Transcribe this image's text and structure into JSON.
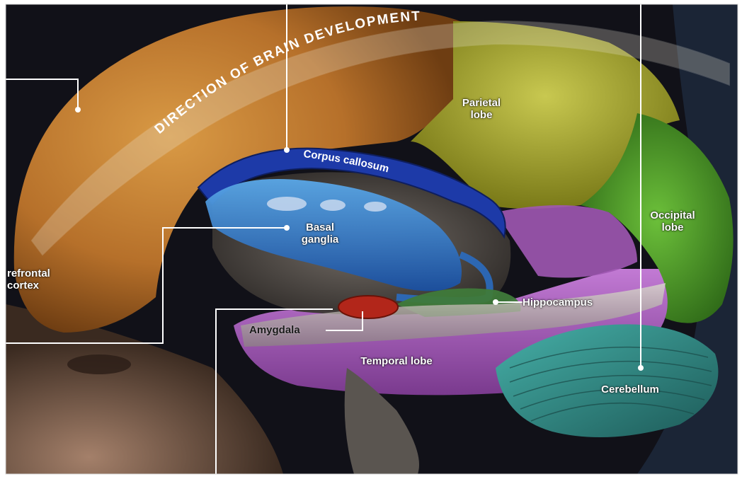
{
  "banner": {
    "direction_text": "DIRECTION OF   BRAIN DEVELOPMENT"
  },
  "labels": {
    "corpus_callosum": "Corpus callosum",
    "parietal_lobe": "Parietal\nlobe",
    "occipital_lobe": "Occipital\nlobe",
    "basal_ganglia": "Basal\nganglia",
    "prefrontal_cortex": "refrontal\ncortex",
    "hippocampus": "Hippocampus",
    "amygdala": "Amygdala",
    "temporal_lobe": "Temporal lobe",
    "cerebellum": "Cerebellum"
  },
  "colors": {
    "frontal": "#c07a2a",
    "parietal": "#a8a828",
    "occipital": "#4f9a2c",
    "temporal": "#a45ab8",
    "cerebellum": "#2f8f8c",
    "corpus_callosum": "#1d3aa8",
    "basal_ganglia": "#2a6cc0",
    "amygdala": "#b2261a",
    "background": "#0f0f14",
    "face": "#6a5344"
  }
}
